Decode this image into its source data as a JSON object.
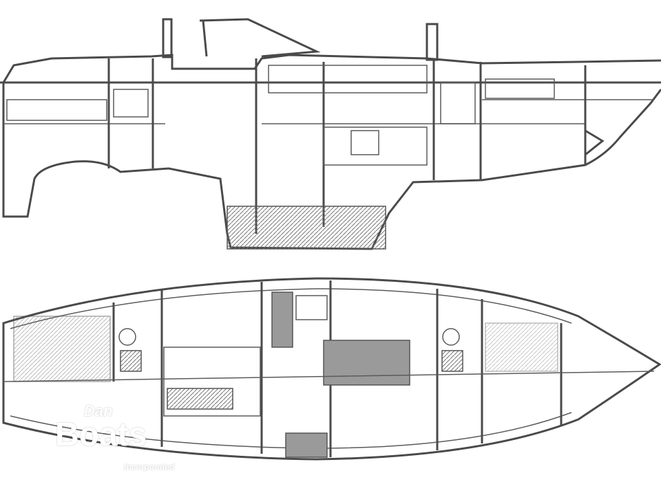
{
  "drawing": {
    "title": "Sailboat profile and accommodation plan",
    "views": [
      "profile",
      "plan"
    ]
  },
  "watermark": {
    "line1": "Dan",
    "line2": "Boats",
    "line3": "Incorporated"
  }
}
